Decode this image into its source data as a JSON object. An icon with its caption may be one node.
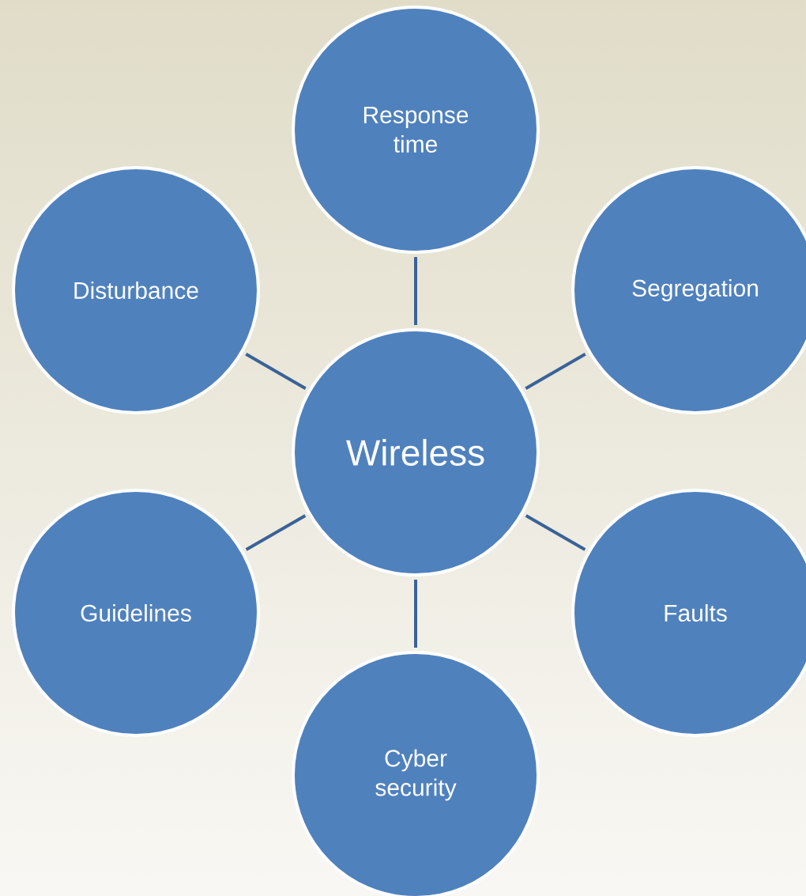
{
  "diagram": {
    "nodes": [
      {
        "text": [
          "Wireless"
        ]
      },
      {
        "text": [
          "Response time"
        ]
      },
      {
        "text": [
          "Disturbance"
        ]
      },
      {
        "text": [
          "Segregation"
        ]
      },
      {
        "text": [
          "Guidelines"
        ]
      },
      {
        "text": [
          "Faults"
        ]
      },
      {
        "text": [
          "Cyber security"
        ]
      }
    ],
    "edges": [
      {
        "from": 0,
        "to": 1,
        "arrow": "none"
      },
      {
        "from": 0,
        "to": 2,
        "arrow": "none"
      },
      {
        "from": 0,
        "to": 3,
        "arrow": "none"
      },
      {
        "from": 0,
        "to": 4,
        "arrow": "none"
      },
      {
        "from": 0,
        "to": 5,
        "arrow": "none"
      },
      {
        "from": 0,
        "to": 6,
        "arrow": "none"
      }
    ]
  }
}
